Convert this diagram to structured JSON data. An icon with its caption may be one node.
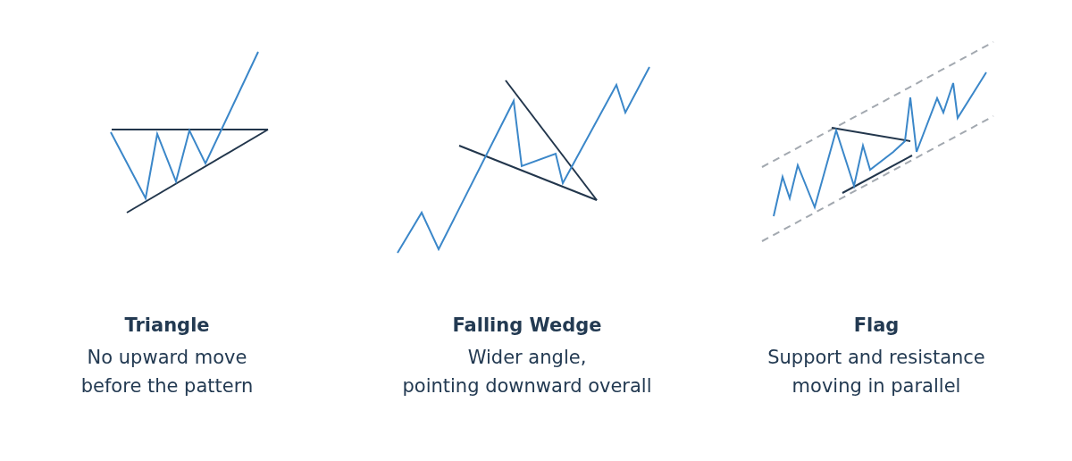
{
  "diagram": {
    "labels": [
      "Triangle",
      "No upward move",
      "before the pattern",
      "Falling Wedge",
      "Wider angle,",
      "pointing downward overall",
      "Flag",
      "Support and resistance",
      "moving in parallel"
    ]
  }
}
